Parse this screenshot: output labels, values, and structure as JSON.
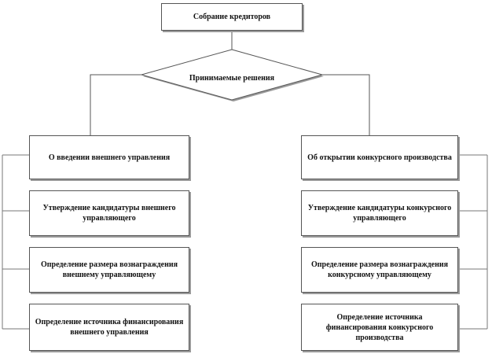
{
  "top": {
    "title": "Собрание кредиторов"
  },
  "decision": {
    "label": "Принимаемые решения"
  },
  "left": {
    "header": "О введении внешнего управления",
    "items": [
      "Утверждение кандидатуры внешнего управляющего",
      "Определение размера вознаграждения внешнему управляющему",
      "Определение источника финансирования внешнего управления"
    ]
  },
  "right": {
    "header": "Об открытии конкурсного производства",
    "items": [
      "Утверждение кандидатуры конкурсного управляющего",
      "Определение размера вознаграждения конкурсному управляющему",
      "Определение источника финансирования конкурсного производства"
    ]
  }
}
